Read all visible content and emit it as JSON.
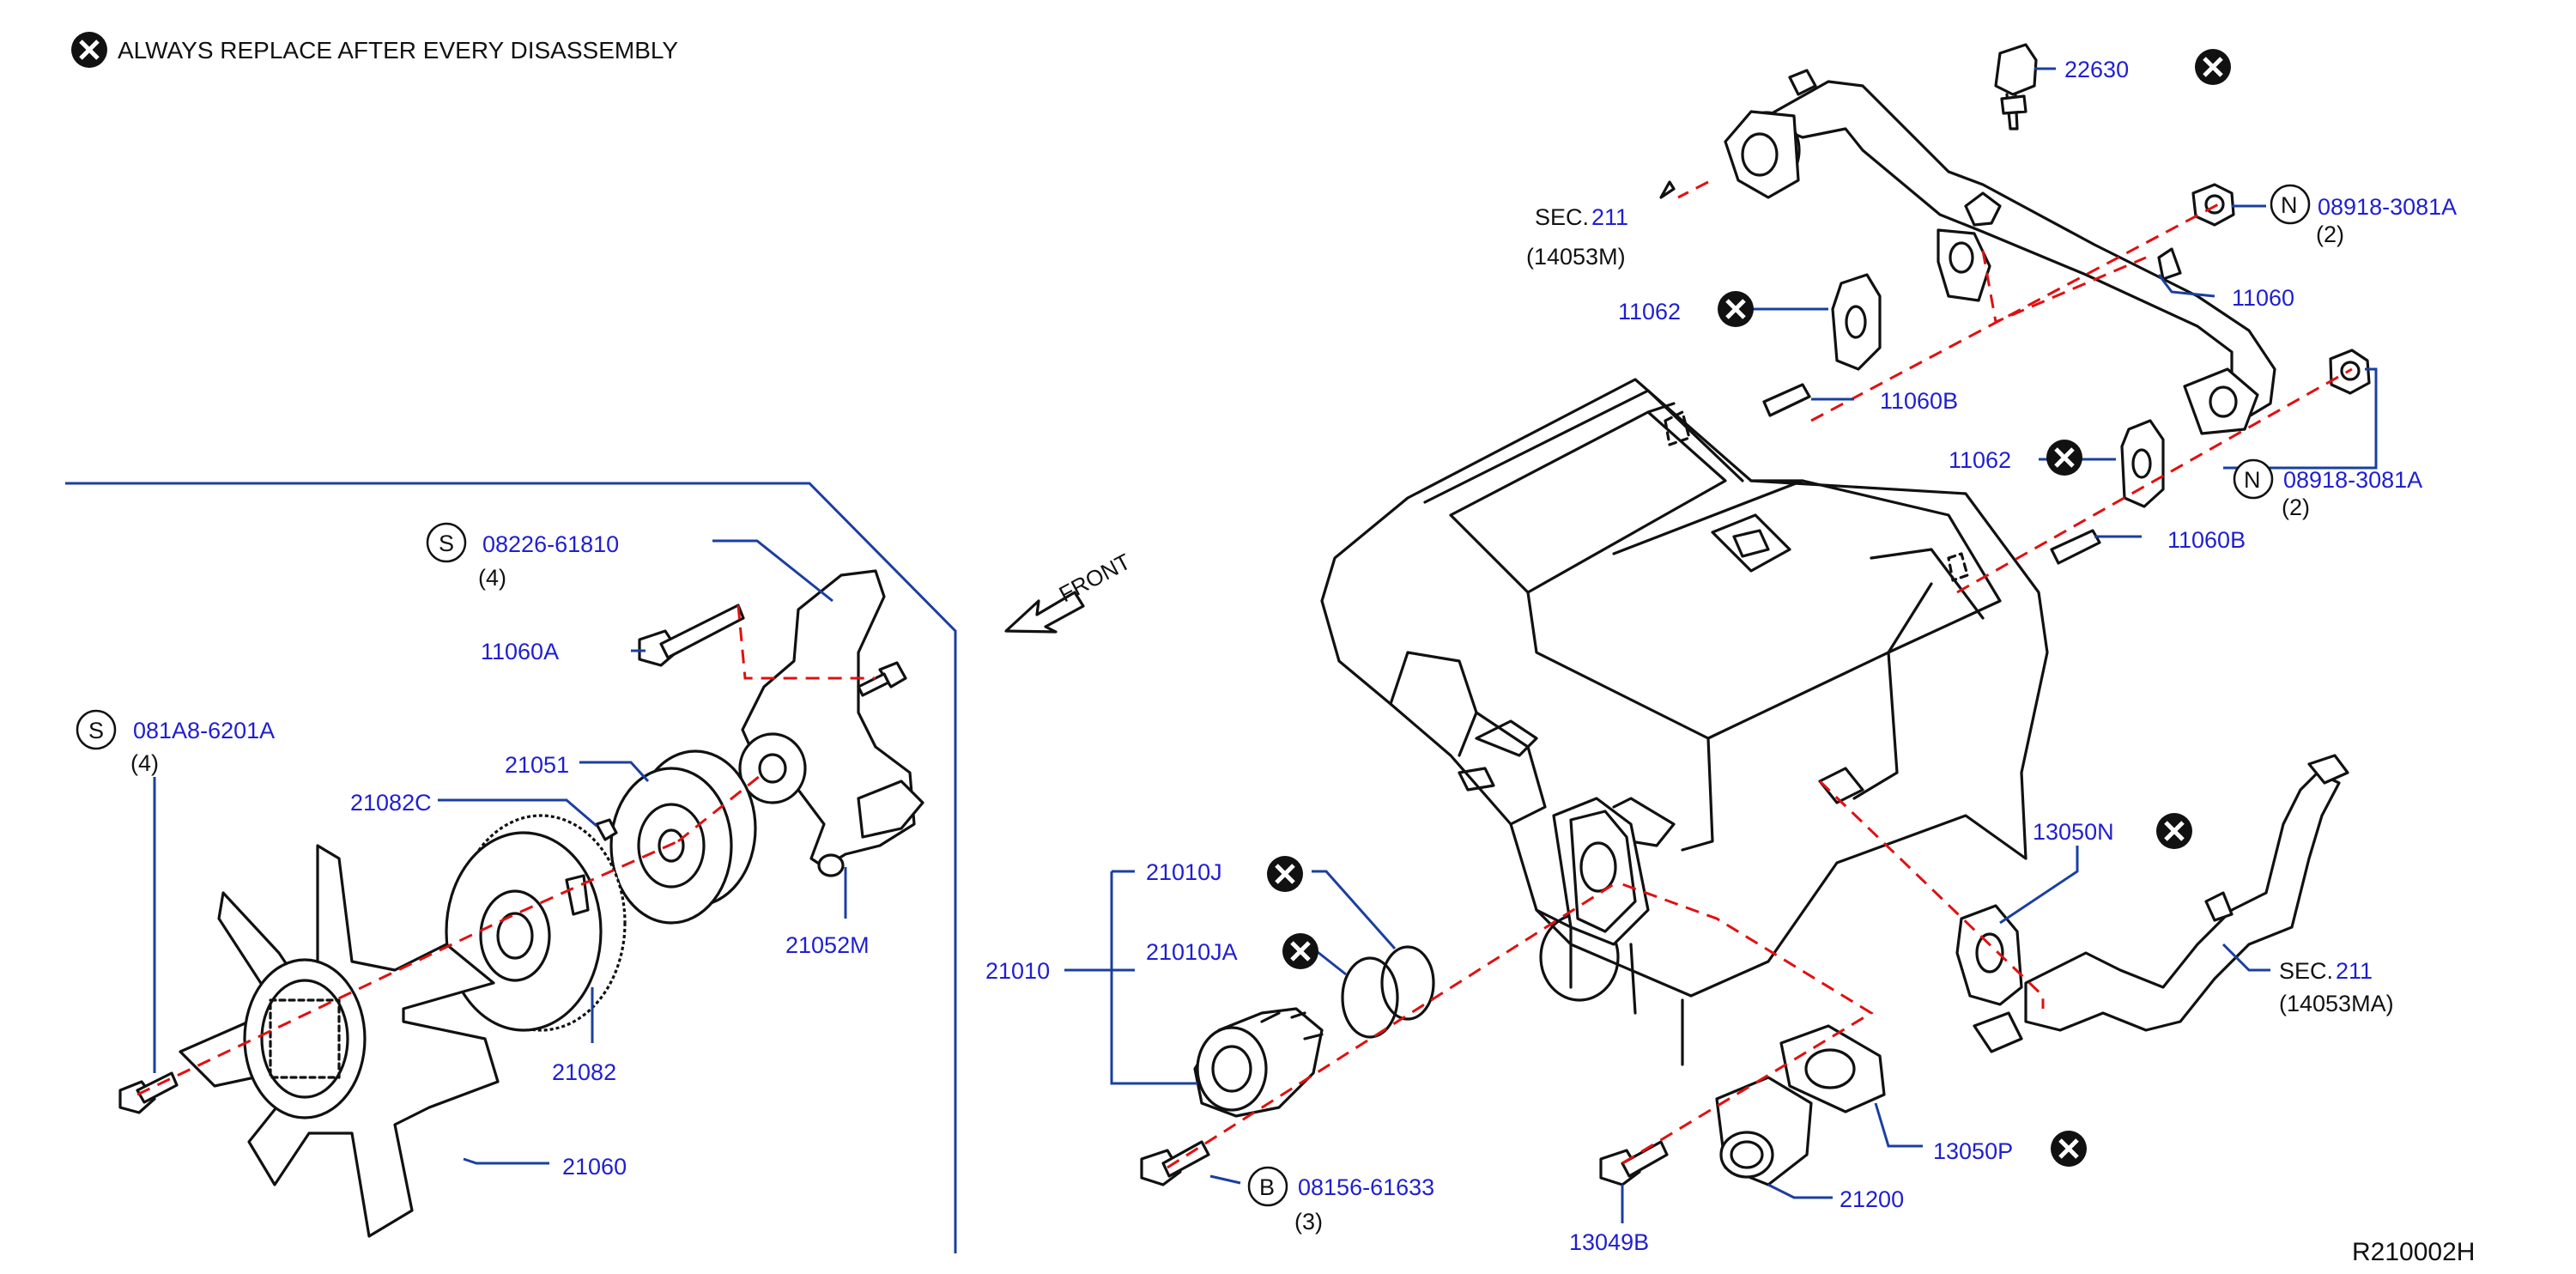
{
  "legend": {
    "text": "ALWAYS   REPLACE   AFTER   EVERY   DISASSEMBLY"
  },
  "front_label": "FRONT",
  "diagram_code": "R210002H",
  "parts": {
    "p22630": "22630",
    "p08918_1": "08918-3081A",
    "p08918_1_qty": "(2)",
    "p08918_2": "08918-3081A",
    "p08918_2_qty": "(2)",
    "p11060": "11060",
    "p11062_1": "11062",
    "p11062_2": "11062",
    "p11060B_1": "11060B",
    "p11060B_2": "11060B",
    "sec211_top_prefix": "SEC.",
    "sec211_top_num": "211",
    "sec211_top_sub": "(14053M)",
    "sec211_bot_prefix": "SEC.",
    "sec211_bot_num": "211",
    "sec211_bot_sub": "(14053MA)",
    "p13050N": "13050N",
    "p13050P": "13050P",
    "p21200": "21200",
    "p13049B": "13049B",
    "p08156": "08156-61633",
    "p08156_qty": "(3)",
    "p21010": "21010",
    "p21010J": "21010J",
    "p21010JA": "21010JA",
    "p08226": "08226-61810",
    "p08226_qty": "(4)",
    "p11060A": "11060A",
    "p081A8": "081A8-6201A",
    "p081A8_qty": "(4)",
    "p21051": "21051",
    "p21082C": "21082C",
    "p21082": "21082",
    "p21052M": "21052M",
    "p21060": "21060"
  },
  "circle_marks": {
    "S": "S",
    "N": "N",
    "B": "B"
  },
  "colors": {
    "callout_text": "#1f1fd0",
    "leader_line": "#1a3fa0",
    "centerline": "#e01010",
    "drawing": "#111111"
  }
}
